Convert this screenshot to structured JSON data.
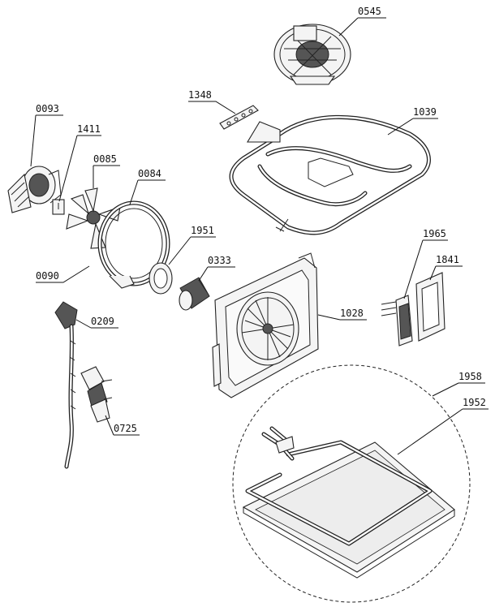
{
  "labels": {
    "p0545": "0545",
    "p1348": "1348",
    "p1039": "1039",
    "p0093": "0093",
    "p1411": "1411",
    "p0085": "0085",
    "p0084": "0084",
    "p1951": "1951",
    "p0333": "0333",
    "p0090": "0090",
    "p0209": "0209",
    "p1965": "1965",
    "p1841": "1841",
    "p1028": "1028",
    "p0725": "0725",
    "p1958": "1958",
    "p1952": "1952"
  }
}
